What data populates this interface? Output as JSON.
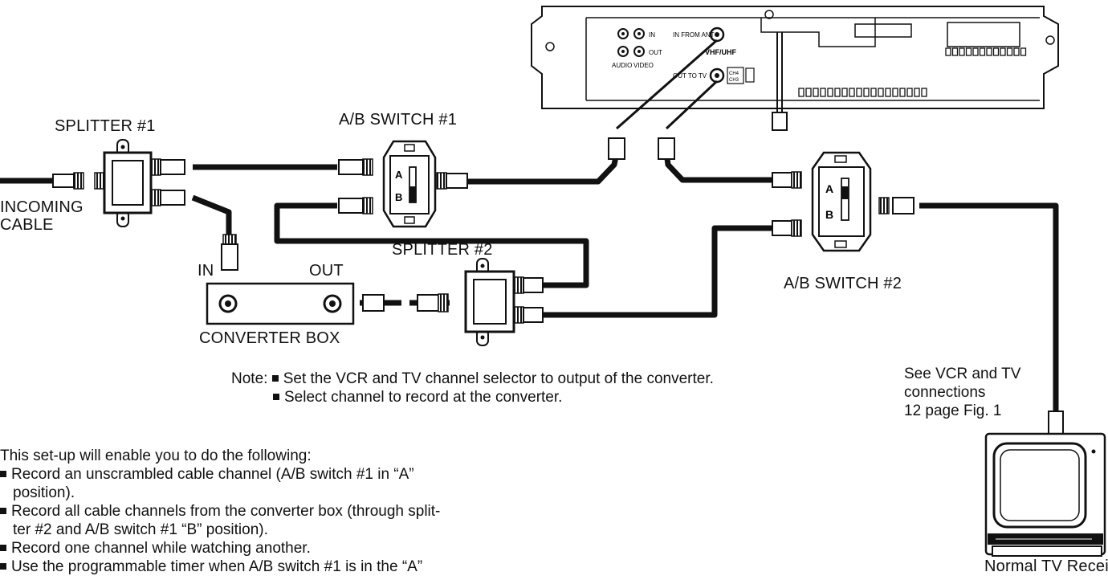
{
  "labels": {
    "splitter1": "SPLITTER #1",
    "splitter2": "SPLITTER #2",
    "ab_switch1": "A/B SWITCH #1",
    "ab_switch2": "A/B SWITCH #2",
    "incoming_cable_line1": "INCOMING",
    "incoming_cable_line2": "CABLE",
    "converter_in": "IN",
    "converter_out": "OUT",
    "converter_box": "CONVERTER BOX",
    "tv_receiver": "Normal TV Receiver",
    "switch_a": "A",
    "switch_b": "B"
  },
  "vcr_panel": {
    "in": "IN",
    "out": "OUT",
    "audio": "AUDIO",
    "video": "VIDEO",
    "in_from_ant": "IN FROM ANT",
    "vhf_uhf": "VHF/UHF",
    "out_to_tv": "OUT TO TV",
    "ch4": "CH4",
    "ch3": "CH3"
  },
  "note": {
    "prefix": "Note:",
    "items": [
      "Set the VCR and TV channel selector to output of the converter.",
      "Select channel to record at the converter."
    ]
  },
  "see_ref": [
    "See VCR and TV",
    "connections",
    "12 page Fig. 1"
  ],
  "setup": {
    "intro": "This set-up will enable you to do the following:",
    "lines": [
      "Record an unscrambled cable channel (A/B switch #1 in “A”",
      "position).",
      "Record all cable channels from the converter box (through split-",
      "ter #2 and A/B switch #1 “B” position).",
      "Record one channel while watching another.",
      "Use the programmable timer when A/B switch #1 is in the “A”"
    ]
  }
}
